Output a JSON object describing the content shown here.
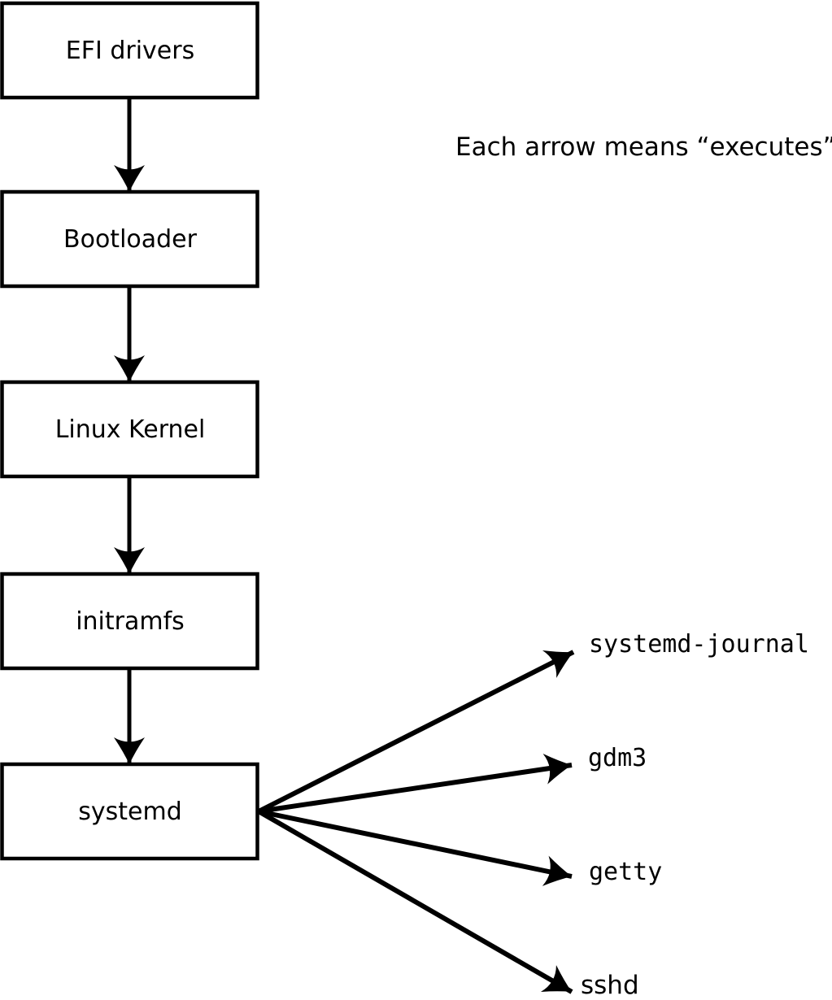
{
  "diagram": {
    "note": "Each arrow means “executes”.",
    "boot_chain": [
      {
        "id": "efi-drivers",
        "label": "EFI drivers"
      },
      {
        "id": "bootloader",
        "label": "Bootloader"
      },
      {
        "id": "linux-kernel",
        "label": "Linux Kernel"
      },
      {
        "id": "initramfs",
        "label": "initramfs"
      },
      {
        "id": "systemd",
        "label": "systemd"
      }
    ],
    "spawned": [
      {
        "id": "systemd-journal",
        "label": "systemd-journal"
      },
      {
        "id": "gdm3",
        "label": "gdm3"
      },
      {
        "id": "getty",
        "label": "getty"
      },
      {
        "id": "sshd",
        "label": "sshd"
      }
    ],
    "colors": {
      "background": "#ffffff",
      "ink": "#000000",
      "box_fill": "#ffffff"
    }
  }
}
